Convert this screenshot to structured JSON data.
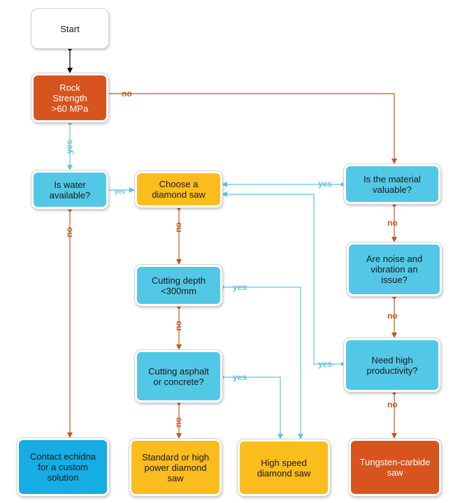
{
  "colors": {
    "rock": "#d7541f",
    "decision": "#52c8e6",
    "contact": "#15ade4",
    "diamond": "#fbbc1d",
    "yes_line": "#5cc3e0",
    "no_line": "#c5561f",
    "start_line": "#000000"
  },
  "nodes": {
    "start": "Start",
    "rock_strength": "Rock\nStrength\n>60 MPa",
    "water": "Is water\navailable?",
    "choose_diamond": "Choose a\ndiamond saw",
    "material_valuable": "Is the material\nvaluable?",
    "noise_vibration": "Are noise and\nvibration an\nissue?",
    "cutting_depth": "Cutting depth\n<300mm",
    "cutting_asphalt": "Cutting asphalt\nor concrete?",
    "high_productivity": "Need high\nproductivity?",
    "contact_echidna": "Contact echidna\nfor a custom\nsolution",
    "standard_diamond": "Standard or high\npower diamond\nsaw",
    "high_speed_diamond": "High speed\ndiamond saw",
    "tungsten_carbide": "Tungsten-carbide\nsaw"
  },
  "labels": {
    "rock_no": "no",
    "rock_yes": "yes",
    "water_yes": "yes",
    "water_no": "no",
    "choose_no": "no",
    "material_yes": "yes",
    "material_no": "no",
    "noise_no": "no",
    "depth_yes": "yes",
    "depth_no": "no",
    "asphalt_yes": "yes",
    "asphalt_no": "no",
    "productivity_yes": "yes",
    "productivity_no": "no"
  }
}
